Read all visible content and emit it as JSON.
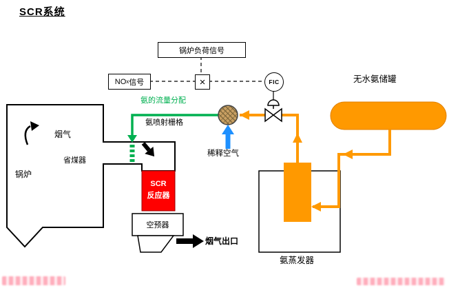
{
  "title": "SCR系统",
  "colors": {
    "pipe_orange": "#FF9900",
    "signal_green": "#00B050",
    "air_blue": "#1E90FF",
    "reactor_red": "#FF0000",
    "watermark_pink": "#FF9FB0"
  },
  "icons": {
    "multiply_icon": "×"
  },
  "labels": {
    "boiler_load_signal": "锅炉负荷信号",
    "nox_prefix": "NO",
    "nox_sub": "x",
    "nox_suffix": "信号",
    "fic": "FIC",
    "ammonia_flow_distribution": "氨的流量分配",
    "ammonia_injection_grid": "氨喷射栅格",
    "dilution_air": "稀释空气",
    "ammonia_tank": "无水氨储罐",
    "flue_gas": "烟气",
    "boiler": "锅炉",
    "economizer": "省煤器",
    "scr_reactor_line1": "SCR",
    "scr_reactor_line2": "反应器",
    "air_preheater": "空预器",
    "flue_gas_outlet": "烟气出口",
    "ammonia_evaporator": "氨蒸发器"
  }
}
